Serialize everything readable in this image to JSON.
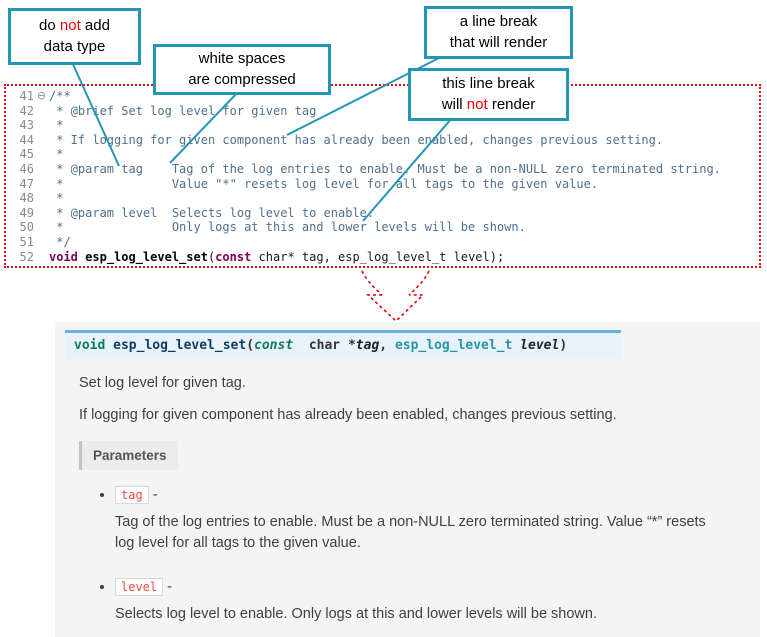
{
  "colors": {
    "callout_border": "#2496b5",
    "annotation_red": "#e8000d",
    "code_comment": "#50708c",
    "keyword": "#7f0055",
    "signature_border": "#6ab0de",
    "signature_bg": "#e7f2fa",
    "param_literal": "#e74c3c"
  },
  "callouts": {
    "box1": {
      "p1": "do ",
      "p2": "not",
      "p3": " add\ndata type"
    },
    "box2": {
      "text": "white spaces\nare compressed"
    },
    "box3": {
      "text": "a line break\nthat will render"
    },
    "box4": {
      "p1": "this line break\nwill ",
      "p2": "not",
      "p3": " render"
    }
  },
  "code": {
    "lines": [
      {
        "num": "41",
        "fold": "⊖",
        "text": "/**"
      },
      {
        "num": "42",
        "text": " * @brief Set log level for given tag"
      },
      {
        "num": "43",
        "text": " *"
      },
      {
        "num": "44",
        "text": " * If logging for given component has already been enabled, changes previous setting."
      },
      {
        "num": "45",
        "text": " *"
      },
      {
        "num": "46",
        "text": " * @param tag    Tag of the log entries to enable. Must be a non-NULL zero terminated string."
      },
      {
        "num": "47",
        "text": " *               Value \"*\" resets log level for all tags to the given value."
      },
      {
        "num": "48",
        "text": " *"
      },
      {
        "num": "49",
        "text": " * @param level  Selects log level to enable."
      },
      {
        "num": "50",
        "text": " *               Only logs at this and lower levels will be shown."
      },
      {
        "num": "51",
        "text": " */"
      }
    ],
    "line52": {
      "num": "52",
      "kw1": "void",
      "s1": " ",
      "fn": "esp_log_level_set",
      "o": "(",
      "kw2": "const",
      "rest": " char* tag, esp_log_level_t level);"
    }
  },
  "doc": {
    "signature": {
      "kw1": "void",
      "s1": " ",
      "name": "esp_log_level_set",
      "o": "(",
      "kw2": "const",
      "s2": "  char *",
      "arg1": "tag",
      "s3": ", ",
      "type": "esp_log_level_t",
      "s4": " ",
      "arg2": "level",
      "c": ")"
    },
    "para1": "Set log level for given tag.",
    "para2": "If logging for given component has already been enabled, changes previous setting.",
    "params_label": "Parameters",
    "params": [
      {
        "name": "tag",
        "dash": " -",
        "desc": "Tag of the log entries to enable. Must be a non-NULL zero terminated string. Value “*” resets log level for all tags to the given value."
      },
      {
        "name": "level",
        "dash": " -",
        "desc": "Selects log level to enable. Only logs at this and lower levels will be shown."
      }
    ]
  }
}
